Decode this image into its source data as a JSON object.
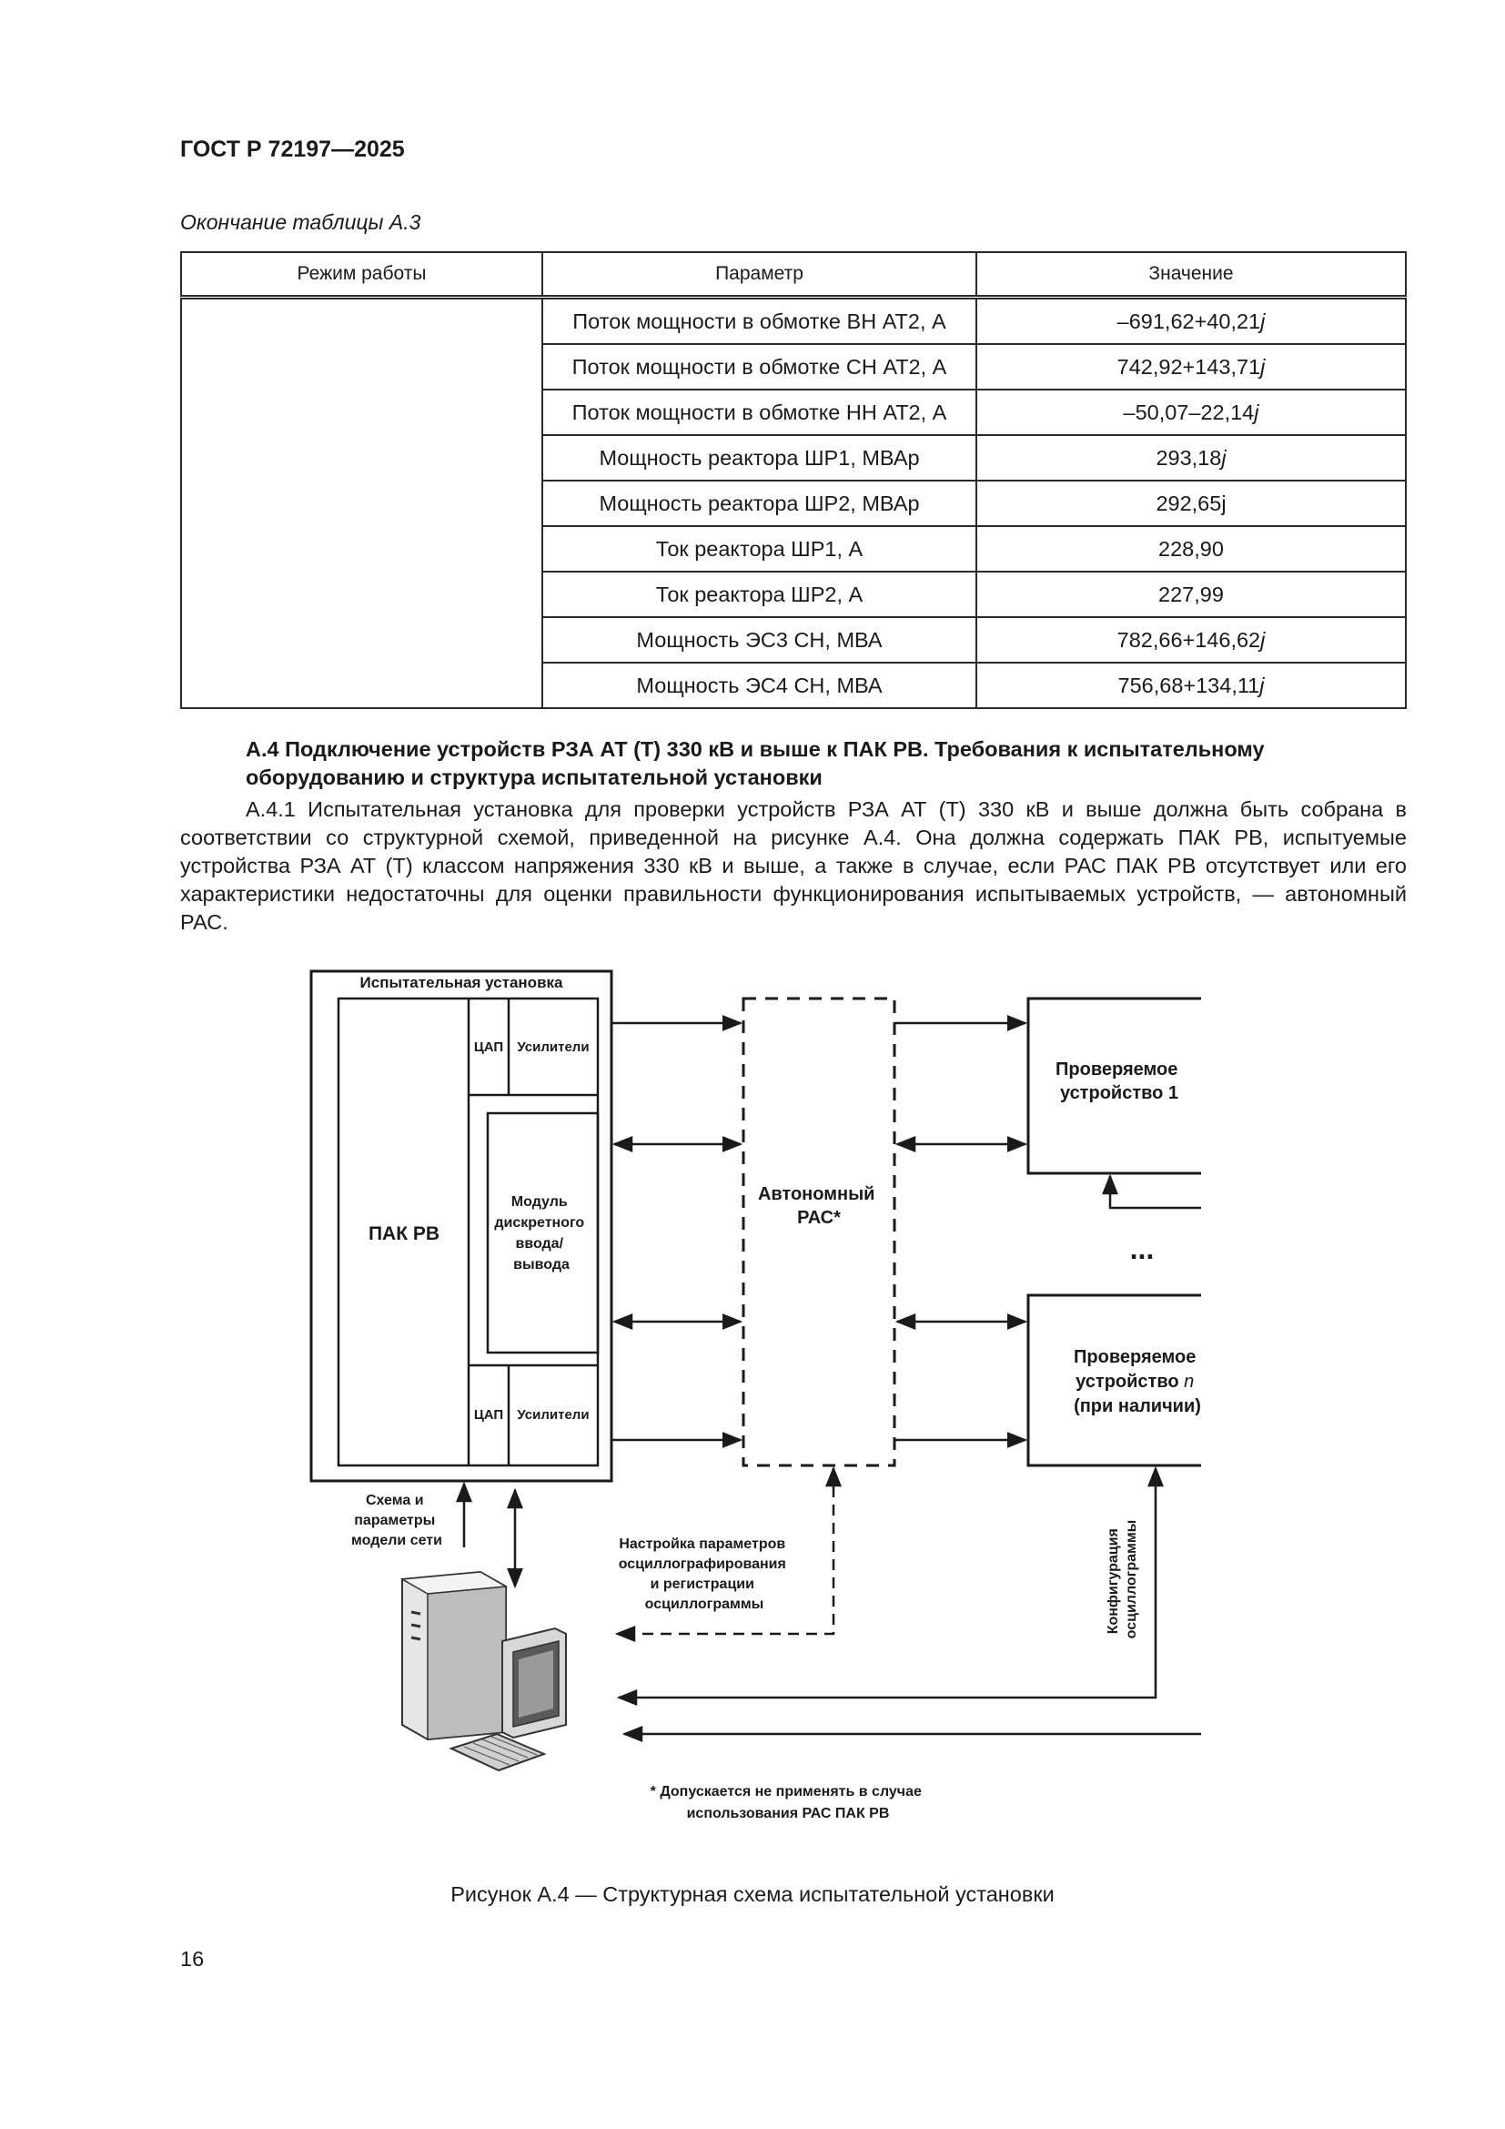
{
  "header": {
    "standard": "ГОСТ Р 72197—2025"
  },
  "table": {
    "caption": "Окончание таблицы А.3",
    "columns": [
      "Режим работы",
      "Параметр",
      "Значение"
    ],
    "rows": [
      {
        "param": "Поток мощности в обмотке ВН АТ2, А",
        "value": "–691,62+40,21",
        "j": "j"
      },
      {
        "param": "Поток мощности в обмотке СН АТ2, А",
        "value": "742,92+143,71",
        "j": "j"
      },
      {
        "param": "Поток мощности в обмотке НН АТ2, А",
        "value": "–50,07–22,14",
        "j": "j"
      },
      {
        "param": "Мощность реактора ШР1, МВАр",
        "value": "293,18",
        "j": "j"
      },
      {
        "param": "Мощность реактора ШР2, МВАр",
        "value": "292,65j",
        "j": ""
      },
      {
        "param": "Ток реактора ШР1, А",
        "value": "228,90",
        "j": ""
      },
      {
        "param": "Ток реактора ШР2, А",
        "value": "227,99",
        "j": ""
      },
      {
        "param": "Мощность ЭС3 СН, МВА",
        "value": "782,66+146,62",
        "j": "j"
      },
      {
        "param": "Мощность ЭС4 СН, МВА",
        "value": "756,68+134,11",
        "j": "j"
      }
    ]
  },
  "section": {
    "heading": "А.4 Подключение устройств РЗА АТ (Т) 330 кВ и выше к ПАК РВ. Требования к испытательному оборудованию и структура испытательной установки",
    "paragraph": "А.4.1 Испытательная установка для проверки устройств РЗА АТ (Т) 330 кВ и выше должна быть собрана в соответствии со структурной схемой, приведенной на рисунке А.4. Она должна содержать ПАК РВ, испытуемые устройства РЗА АТ (Т) классом напряжения 330 кВ и выше, а также в случае, если РАС ПАК РВ отсутствует или его характеристики недостаточны для оценки правильности функционирования испытываемых устройств, — автономный РАС."
  },
  "diagram": {
    "installation_title": "Испытательная установка",
    "pak_rv": "ПАК РВ",
    "dac": "ЦАП",
    "amplifiers": "Усилители",
    "module_lines": [
      "Модуль",
      "дискретного",
      "ввода/",
      "вывода"
    ],
    "autonomous_lines": [
      "Автономный",
      "РАС*"
    ],
    "device1_lines": [
      "Проверяемое",
      "устройство 1"
    ],
    "ellipsis": "...",
    "deviceN_line1": "Проверяемое",
    "deviceN_line2_prefix": "устройство ",
    "deviceN_n": "n",
    "deviceN_line3": "(при наличии)",
    "scheme_lines": [
      "Схема и",
      "параметры",
      "модели сети"
    ],
    "settings_lines": [
      "Настройка параметров",
      "осциллографирования",
      "и регистрации",
      "осциллограммы"
    ],
    "config_lines": [
      "Конфигурация",
      "осциллограммы"
    ],
    "footnote_lines": [
      "* Допускается не применять в случае",
      "использования РАС ПАК РВ"
    ],
    "computer_icon": "computer-icon"
  },
  "figure_caption": "Рисунок А.4 — Структурная схема испытательной установки",
  "page_number": "16"
}
